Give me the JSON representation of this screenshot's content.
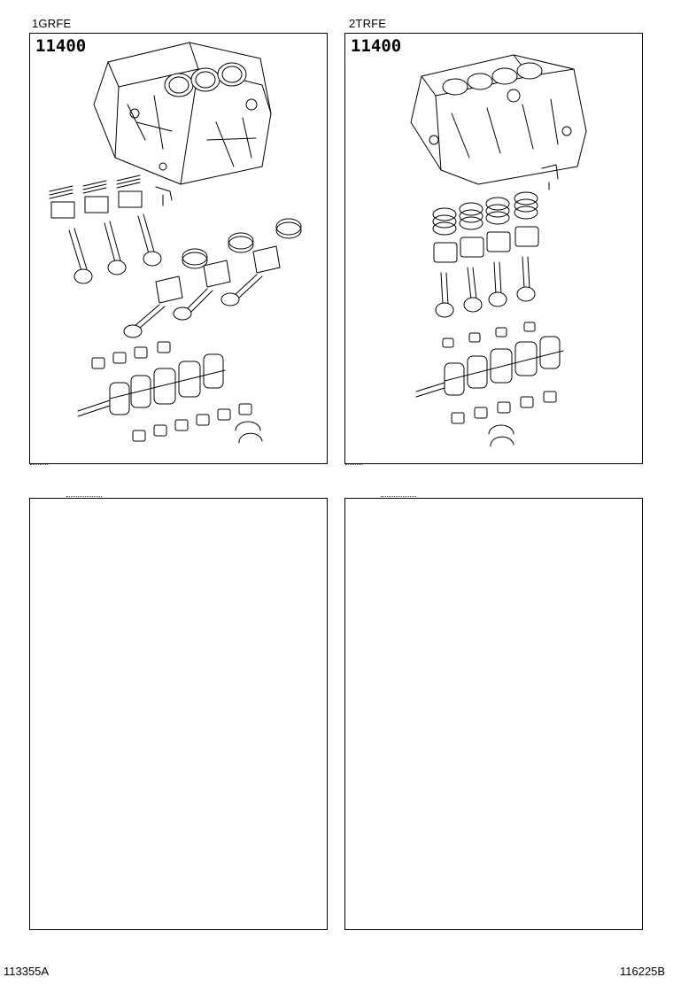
{
  "diagrams": [
    {
      "engine_code": "1GRFE",
      "part_number": "11400"
    },
    {
      "engine_code": "2TRFE",
      "part_number": "11400"
    }
  ],
  "footer": {
    "left_code": "113355A",
    "right_code": "116225B"
  },
  "icons": [
    "engine-block-icon",
    "crankshaft-icon",
    "piston-icon",
    "connecting-rod-icon",
    "bearing-icon",
    "piston-ring-icon"
  ]
}
